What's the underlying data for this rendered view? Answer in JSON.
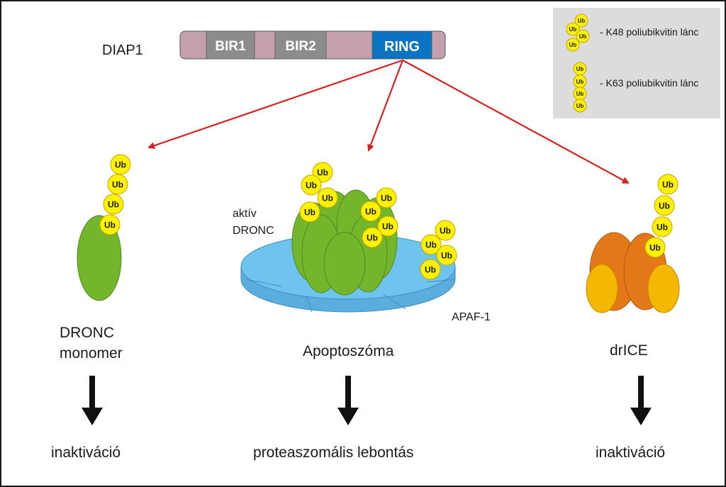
{
  "protein": {
    "name": "DIAP1",
    "domains": [
      "BIR1",
      "BIR2",
      "RING"
    ]
  },
  "legend": {
    "ub_label": "Ub",
    "k48": "- K48 poliubikvitin lánc",
    "k63": "- K63 poliubikvitin lánc"
  },
  "ub_label": "Ub",
  "labels": {
    "active_dronc": [
      "aktív",
      "DRONC"
    ],
    "apaf1": "APAF-1"
  },
  "targets": [
    {
      "name": [
        "DRONC",
        "monomer"
      ],
      "outcome": "inaktiváció"
    },
    {
      "name": [
        "Apoptoszóma"
      ],
      "outcome": "proteaszomális lebontás"
    },
    {
      "name": [
        "drICE"
      ],
      "outcome": "inaktiváció"
    }
  ],
  "colors": {
    "protein_bar": "#c4a0ae",
    "bir_domain": "#8c8c8c",
    "ring_domain": "#0b74c2",
    "ub_fill": "#fff200",
    "ub_stroke": "#c9a400",
    "green": "#73b62c",
    "apaf_blue": "#6ec4ee",
    "orange": "#e37818",
    "gold": "#f4b800",
    "red_arrow": "#d62020",
    "legend_bg": "#dcdcdc"
  }
}
